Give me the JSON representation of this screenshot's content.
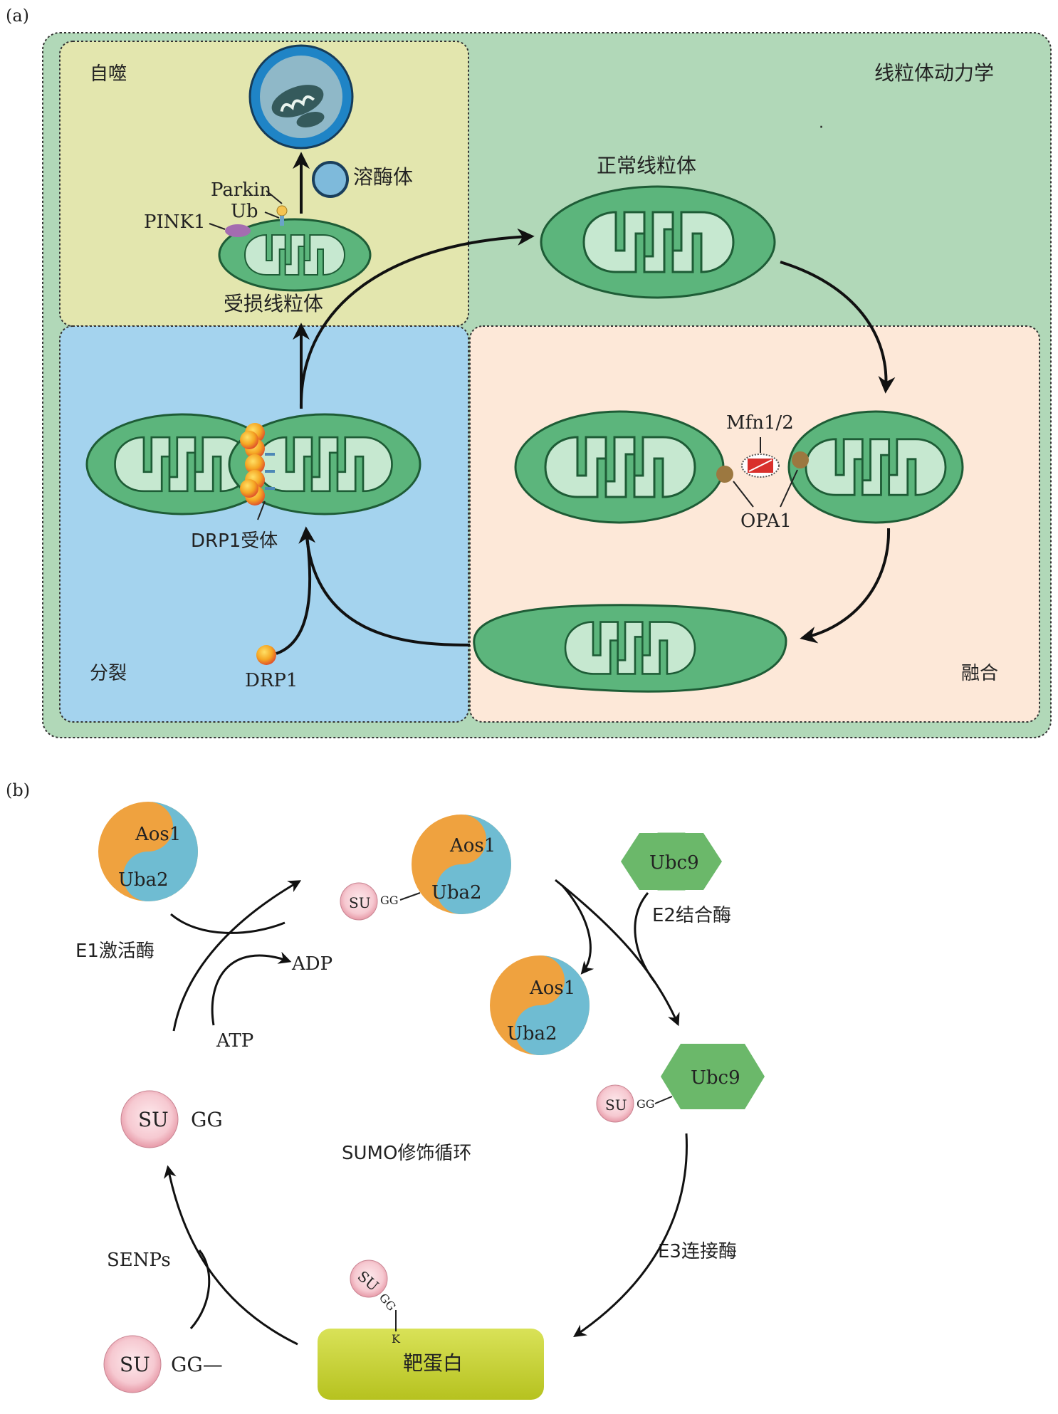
{
  "panel_a": {
    "label": "(a)",
    "title": "线粒体动力学",
    "autophagy": "自噬",
    "fission": "分裂",
    "fusion": "融合",
    "lysosome": "溶酶体",
    "parkin": "Parkin",
    "ub": "Ub",
    "pink1": "PINK1",
    "damaged": "受损线粒体",
    "normal": "正常线粒体",
    "drp1_receptor": "DRP1受体",
    "drp1": "DRP1",
    "mfn": "Mfn1/2",
    "opa1": "OPA1",
    "dot": "·"
  },
  "panel_b": {
    "label": "(b)",
    "aos1": "Aos1",
    "uba2": "Uba2",
    "su": "SU",
    "gg": "GG",
    "gg_bond": "GG—",
    "ubc9": "Ubc9",
    "k": "K",
    "e1": "E1激活酶",
    "e2": "E2结合酶",
    "e3": "E3连接酶",
    "adp": "ADP",
    "atp": "ATP",
    "senps": "SENPs",
    "cycle": "SUMO修饰循环",
    "target": "靶蛋白"
  },
  "colors": {
    "outer_bg": "#b1d8b8",
    "autophagy_bg": "#e3e6ae",
    "fission_bg": "#a4d3ee",
    "fusion_bg": "#fde8d8",
    "mito_outer": "#5cb57c",
    "mito_inner": "#c6e8d0",
    "aos1": "#6fbcd2",
    "uba2": "#efa23f",
    "ubc9": "#6bb86a",
    "su": "#f4c6ce",
    "target": "#c7d331"
  }
}
